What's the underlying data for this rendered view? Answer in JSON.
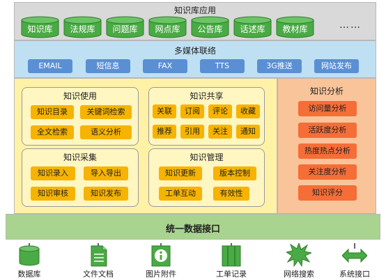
{
  "application_layer": {
    "title": "知识库应用",
    "libraries": [
      "知识库",
      "法规库",
      "问题库",
      "网点库",
      "公告库",
      "话述库",
      "教材库"
    ],
    "more": "……"
  },
  "multimedia_layer": {
    "title": "多媒体联络",
    "channels": [
      "EMAIL",
      "短信息",
      "FAX",
      "TTS",
      "3G推送",
      "网站发布"
    ]
  },
  "knowledge_use": {
    "title": "知识使用",
    "items": [
      "知识目录",
      "关键词检索",
      "全文检索",
      "语义分析"
    ]
  },
  "knowledge_share": {
    "title": "知识共享",
    "items": [
      "关联",
      "订阅",
      "评论",
      "收藏",
      "推荐",
      "引用",
      "关注",
      "通知"
    ]
  },
  "knowledge_collect": {
    "title": "知识采集",
    "items": [
      "知识录入",
      "导入导出",
      "知识审核",
      "知识发布"
    ]
  },
  "knowledge_manage": {
    "title": "知识管理",
    "items": [
      "知识更新",
      "版本控制",
      "工单互动",
      "有效性"
    ]
  },
  "knowledge_analysis": {
    "title": "知识分析",
    "items": [
      "访问量分析",
      "活跃度分析",
      "热度热点分析",
      "关注度分析",
      "知识评分"
    ]
  },
  "data_interface": {
    "title": "统一数据接口"
  },
  "sources": [
    {
      "label": "数据库",
      "icon": "database-icon"
    },
    {
      "label": "文件文档",
      "icon": "document-icon"
    },
    {
      "label": "图片附件",
      "icon": "image-attachment-icon"
    },
    {
      "label": "工单记录",
      "icon": "ticket-record-icon"
    },
    {
      "label": "网络搜索",
      "icon": "web-search-icon"
    },
    {
      "label": "系统接口",
      "icon": "system-interface-icon"
    }
  ],
  "colors": {
    "application_band": "#d9d9d9",
    "library_cylinder": "#4aaa45",
    "multimedia_band": "#bfe0f3",
    "channel_button": "#5b8fd4",
    "function_band": "#fff2a6",
    "function_button": "#f6b300",
    "analysis_band": "#f9c49a",
    "analysis_button": "#f56d37",
    "interface_band": "#a8d48f"
  }
}
